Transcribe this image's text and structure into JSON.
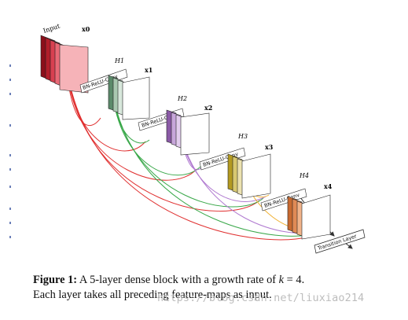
{
  "diagram": {
    "input_label": "Input",
    "transition_label": "Transition Layer",
    "stages": [
      {
        "x_label": "x0",
        "h_label": "",
        "box_label": ""
      },
      {
        "x_label": "x1",
        "h_label": "H1",
        "box_label": "BN-ReLU-Conv",
        "color": "#5b8a6a"
      },
      {
        "x_label": "x2",
        "h_label": "H2",
        "box_label": "BN-ReLU-Conv",
        "color": "#a07ab8"
      },
      {
        "x_label": "x3",
        "h_label": "H3",
        "box_label": "BN-ReLU-Conv",
        "color": "#b39a20"
      },
      {
        "x_label": "x4",
        "h_label": "H4",
        "box_label": "BN-ReLU-Conv",
        "color": "#e08a55"
      }
    ],
    "connection_colors": {
      "from_x0": "#e03030",
      "from_x1": "#3aa84a",
      "from_x2": "#b07ad0",
      "from_x3": "#f0b030"
    }
  },
  "caption": {
    "label": "Figure 1:",
    "text_before": "A 5-layer dense block with a growth rate of",
    "variable": "k",
    "equals": "= 4.",
    "line2": "Each layer takes all preceding feature-maps as input."
  },
  "watermark": "https://blog.csdn.net/liuxiao214"
}
